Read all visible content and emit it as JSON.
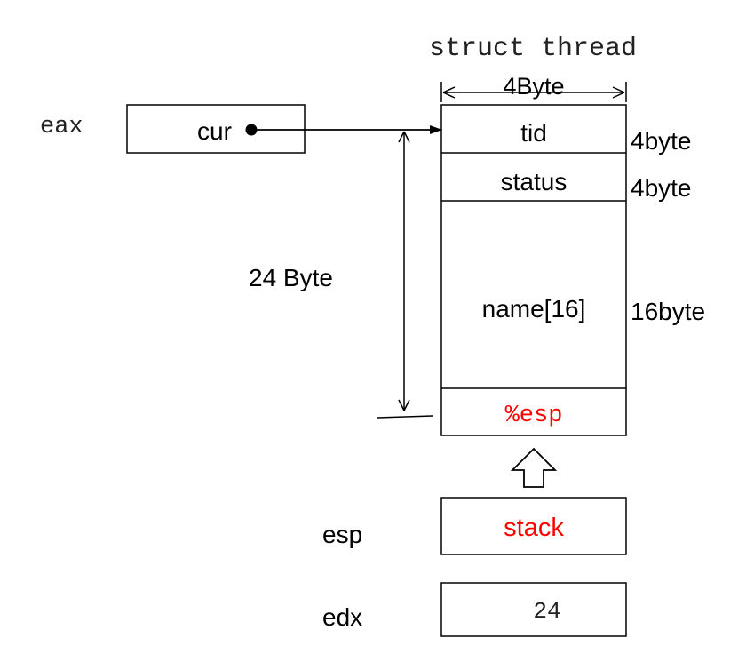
{
  "struct": {
    "title": "struct thread",
    "width_label": "4Byte",
    "fields": [
      {
        "name": "tid",
        "size": "4byte"
      },
      {
        "name": "status",
        "size": "4byte"
      },
      {
        "name": "name[16]",
        "size": "16byte"
      },
      {
        "name": "%esp",
        "size": ""
      }
    ]
  },
  "registers": {
    "eax": {
      "label": "eax",
      "value": "cur"
    },
    "esp": {
      "label": "esp",
      "value": "stack"
    },
    "edx": {
      "label": "edx",
      "value": "24"
    }
  },
  "span_label": "24 Byte",
  "colors": {
    "line": "#000000",
    "highlight": "#ff0000"
  }
}
